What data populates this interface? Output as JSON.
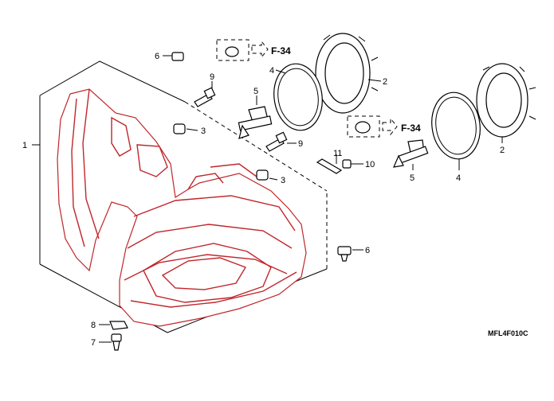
{
  "diagram": {
    "part_labels": {
      "assembly": "1",
      "ring_top": "2",
      "ring_right": "2",
      "rubber_upper": "3",
      "rubber_lower": "3",
      "gasket_top": "4",
      "gasket_right": "4",
      "bulb_upper": "5",
      "bulb_lower": "5",
      "screw_top": "6",
      "screw_right": "6",
      "screw_bottom": "7",
      "nut_bottom": "8",
      "screw_9_upper": "9",
      "screw_9_mid": "9",
      "screw_10": "10",
      "clip_11": "11"
    },
    "ref_top": "F-34",
    "ref_mid": "F-34",
    "drawing_code": "MFL4F010C"
  },
  "colors": {
    "outline": "#000000",
    "highlight": "#c0262b"
  }
}
